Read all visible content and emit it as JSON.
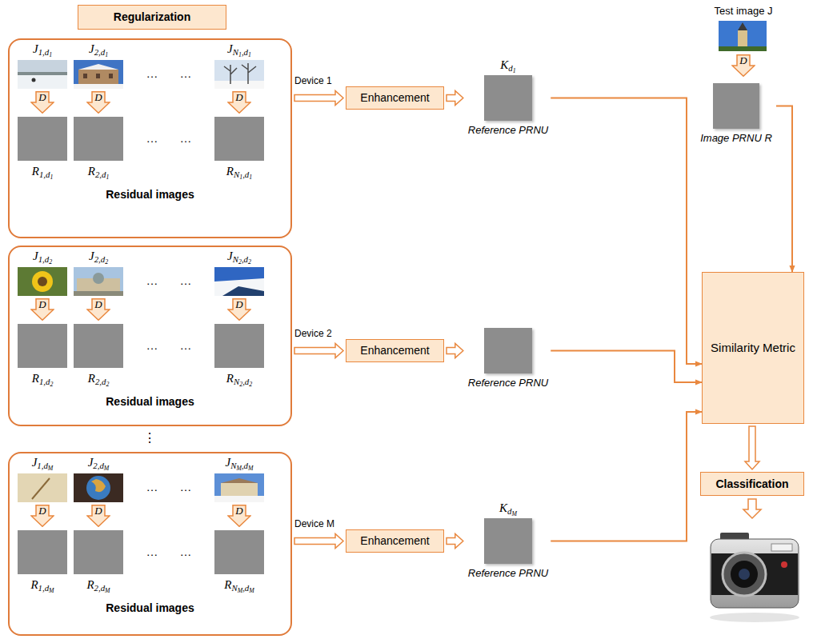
{
  "diagram": {
    "nodes": [
      {
        "text": [
          "Regularization"
        ]
      },
      {
        "text": [
          "Residual images"
        ]
      },
      {
        "text": [
          "D"
        ],
        "in": 1
      },
      {
        "text": [
          "D"
        ],
        "in": 1
      },
      {
        "text": [
          "D"
        ],
        "in": 1
      },
      {
        "text": [
          "Residual images"
        ]
      },
      {
        "text": [
          "D"
        ],
        "in": 5
      },
      {
        "text": [
          "D"
        ],
        "in": 5
      },
      {
        "text": [
          "D"
        ],
        "in": 5
      },
      {
        "text": [
          "Residual images"
        ]
      },
      {
        "text": [
          "D"
        ],
        "in": 9
      },
      {
        "text": [
          "D"
        ],
        "in": 9
      },
      {
        "text": [
          "D"
        ],
        "in": 9
      },
      {
        "text": [
          "Enhancement"
        ]
      },
      {
        "text": [
          "Kd1",
          "Reference PRNU"
        ]
      },
      {
        "text": [
          "Enhancement"
        ]
      },
      {
        "text": [
          "Reference PRNU"
        ]
      },
      {
        "text": [
          "Enhancement"
        ]
      },
      {
        "text": [
          "KdM",
          "Reference PRNU"
        ]
      },
      {
        "text": [
          "D"
        ]
      },
      {
        "text": [
          "Image PRNU R"
        ]
      },
      {
        "text": [
          "Similarity Metric"
        ]
      },
      {
        "text": [
          "Classification"
        ]
      }
    ],
    "edges": [
      {
        "from": 1,
        "to": 13,
        "arrow": "to",
        "label": "Device 1"
      },
      {
        "from": 13,
        "to": 14,
        "arrow": "to"
      },
      {
        "from": 5,
        "to": 15,
        "arrow": "to",
        "label": "Device 2"
      },
      {
        "from": 15,
        "to": 16,
        "arrow": "to"
      },
      {
        "from": 9,
        "to": 17,
        "arrow": "to",
        "label": "Device M"
      },
      {
        "from": 17,
        "to": 18,
        "arrow": "to"
      },
      {
        "from": 14,
        "to": 21,
        "arrow": "to"
      },
      {
        "from": 16,
        "to": 21,
        "arrow": "to"
      },
      {
        "from": 18,
        "to": 21,
        "arrow": "to"
      },
      {
        "from": 20,
        "to": 21,
        "arrow": "to"
      },
      {
        "from": 21,
        "to": 22,
        "arrow": "to"
      }
    ],
    "labels": [
      "J1,d1",
      "J2,d1",
      "JN1,d1",
      "…",
      "…",
      "…",
      "…",
      "R1,d1",
      "R2,d1",
      "RN1,d1",
      "J1,d2",
      "J2,d2",
      "JN2,d2",
      "…",
      "…",
      "…",
      "…",
      "R1,d2",
      "R2,d2",
      "RN2,d2",
      "J1,dM",
      "J2,dM",
      "JNM,dM",
      "…",
      "…",
      "…",
      "…",
      "R1,dM",
      "R2,dM",
      "RNM,dM",
      "⋮",
      "Test image J"
    ]
  }
}
